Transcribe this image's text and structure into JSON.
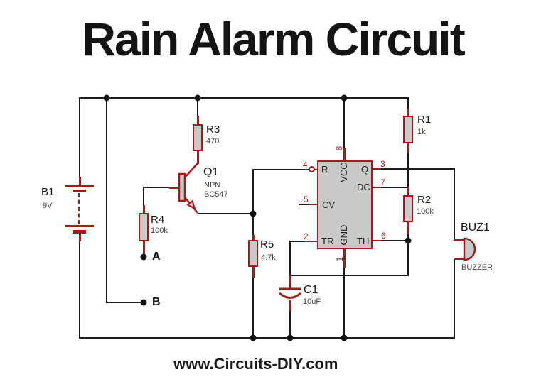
{
  "title": "Rain Alarm Circuit",
  "footer": "www.Circuits-DIY.com",
  "colors": {
    "component": "#9e1b1b",
    "component_fill": "#c9c9c9",
    "wire": "#1c1c1c"
  },
  "components": {
    "battery": {
      "ref": "B1",
      "value": "9V"
    },
    "r1": {
      "ref": "R1",
      "value": "1k"
    },
    "r2": {
      "ref": "R2",
      "value": "100k"
    },
    "r3": {
      "ref": "R3",
      "value": "470"
    },
    "r4": {
      "ref": "R4",
      "value": "100k"
    },
    "r5": {
      "ref": "R5",
      "value": "4.7k"
    },
    "q1": {
      "ref": "Q1",
      "type": "NPN",
      "part": "BC547"
    },
    "c1": {
      "ref": "C1",
      "value": "10uF"
    },
    "buzzer": {
      "ref": "BUZ1",
      "value": "BUZZER"
    }
  },
  "ic": {
    "pins_left": [
      {
        "num": "4",
        "name": "R"
      },
      {
        "num": "5",
        "name": "CV"
      },
      {
        "num": "2",
        "name": "TR"
      }
    ],
    "pins_right": [
      {
        "num": "3",
        "name": "Q"
      },
      {
        "num": "7",
        "name": "DC"
      },
      {
        "num": "6",
        "name": "TH"
      }
    ],
    "pin_top": {
      "num": "8",
      "name": "VCC"
    },
    "pin_bottom": {
      "num": "1",
      "name": "GND"
    }
  },
  "probes": {
    "a": "A",
    "b": "B"
  }
}
